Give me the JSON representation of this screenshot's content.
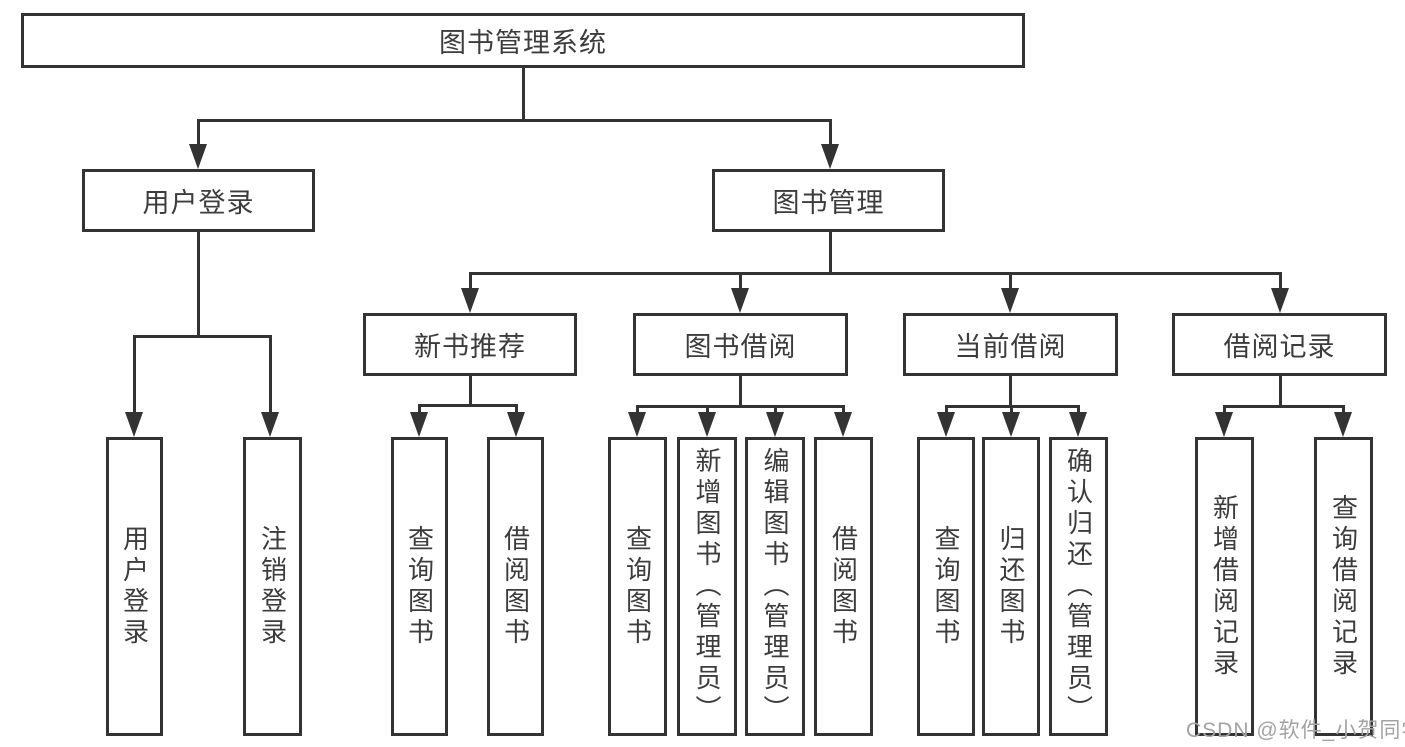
{
  "diagram": {
    "title": "图书管理系统",
    "nodes": [
      {
        "id": "root",
        "label": "图书管理系统",
        "orientation": "horizontal"
      },
      {
        "id": "user-login",
        "label": "用户登录",
        "orientation": "horizontal"
      },
      {
        "id": "book-management",
        "label": "图书管理",
        "orientation": "horizontal"
      },
      {
        "id": "new-book-recommend",
        "label": "新书推荐",
        "orientation": "horizontal"
      },
      {
        "id": "book-borrowing",
        "label": "图书借阅",
        "orientation": "horizontal"
      },
      {
        "id": "current-borrowing",
        "label": "当前借阅",
        "orientation": "horizontal"
      },
      {
        "id": "borrow-records",
        "label": "借阅记录",
        "orientation": "horizontal"
      },
      {
        "id": "leaf-user-login",
        "label": "用户登录",
        "orientation": "vertical"
      },
      {
        "id": "leaf-logout",
        "label": "注销登录",
        "orientation": "vertical"
      },
      {
        "id": "leaf-query-book-recommend",
        "label": "查询图书",
        "orientation": "vertical"
      },
      {
        "id": "leaf-borrow-book-recommend",
        "label": "借阅图书",
        "orientation": "vertical"
      },
      {
        "id": "leaf-query-book-borrowing",
        "label": "查询图书",
        "orientation": "vertical"
      },
      {
        "id": "leaf-add-book-admin",
        "label": "新增图书（管理员）",
        "orientation": "vertical"
      },
      {
        "id": "leaf-edit-book-admin",
        "label": "编辑图书（管理员）",
        "orientation": "vertical"
      },
      {
        "id": "leaf-borrow-book-borrowing",
        "label": "借阅图书",
        "orientation": "vertical"
      },
      {
        "id": "leaf-query-book-current",
        "label": "查询图书",
        "orientation": "vertical"
      },
      {
        "id": "leaf-return-book",
        "label": "归还图书",
        "orientation": "vertical"
      },
      {
        "id": "leaf-confirm-return-admin",
        "label": "确认归还（管理员）",
        "orientation": "vertical"
      },
      {
        "id": "leaf-add-borrow-record",
        "label": "新增借阅记录",
        "orientation": "vertical"
      },
      {
        "id": "leaf-query-borrow-record",
        "label": "查询借阅记录",
        "orientation": "vertical"
      }
    ],
    "hierarchy": [
      {
        "parent": "图书管理系统",
        "children": [
          "用户登录",
          "图书管理"
        ]
      },
      {
        "parent": "用户登录",
        "children": [
          "用户登录",
          "注销登录"
        ]
      },
      {
        "parent": "图书管理",
        "children": [
          "新书推荐",
          "图书借阅",
          "当前借阅",
          "借阅记录"
        ]
      },
      {
        "parent": "新书推荐",
        "children": [
          "查询图书",
          "借阅图书"
        ]
      },
      {
        "parent": "图书借阅",
        "children": [
          "查询图书",
          "新增图书（管理员）",
          "编辑图书（管理员）",
          "借阅图书"
        ]
      },
      {
        "parent": "当前借阅",
        "children": [
          "查询图书",
          "归还图书",
          "确认归还（管理员）"
        ]
      },
      {
        "parent": "借阅记录",
        "children": [
          "新增借阅记录",
          "查询借阅记录"
        ]
      }
    ]
  },
  "watermark": {
    "text": "CSDN @软件_小贺同学"
  },
  "colors": {
    "line": "#333333",
    "text": "#3c3c3c",
    "background": "#ffffff",
    "watermark": "#a3a3a3"
  }
}
